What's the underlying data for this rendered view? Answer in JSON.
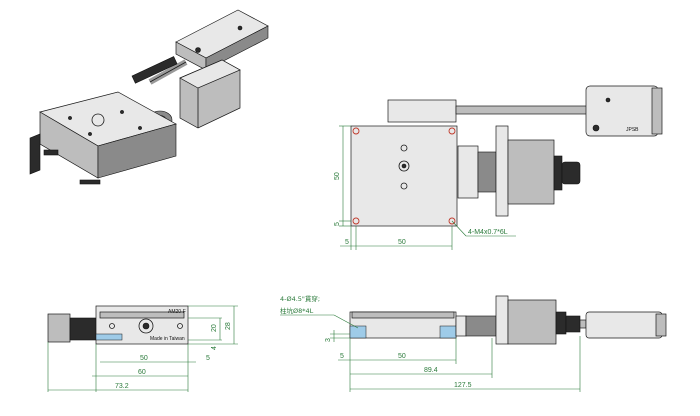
{
  "top_view": {
    "dim_50_vertical": "50",
    "dim_5_vertical": "5",
    "dim_5_horizontal": "5",
    "dim_50_horizontal": "50",
    "callout_tapped_holes": "4-M4x0.7*6L",
    "brand_mark": "JPSB"
  },
  "front_view": {
    "dim_20": "20",
    "dim_28": "28",
    "dim_4": "4",
    "dim_5": "5",
    "dim_50": "50",
    "dim_60": "60",
    "dim_73_2": "73.2",
    "label_model": "AM20-F",
    "label_made_in": "Made in Taiwan"
  },
  "side_view": {
    "callout_line1": "4-Ø4.5\"貫穿;",
    "callout_line2": "柱坑Ø8*4L",
    "dim_3": "3",
    "dim_5": "5",
    "dim_50": "50",
    "dim_89_4": "89.4",
    "dim_127_5": "127.5"
  },
  "colors": {
    "dimension_green": "#2a7a3a",
    "outline": "#1a1a1a",
    "hole_red": "#c0392b",
    "highlight_blue": "#9ecbe8"
  }
}
